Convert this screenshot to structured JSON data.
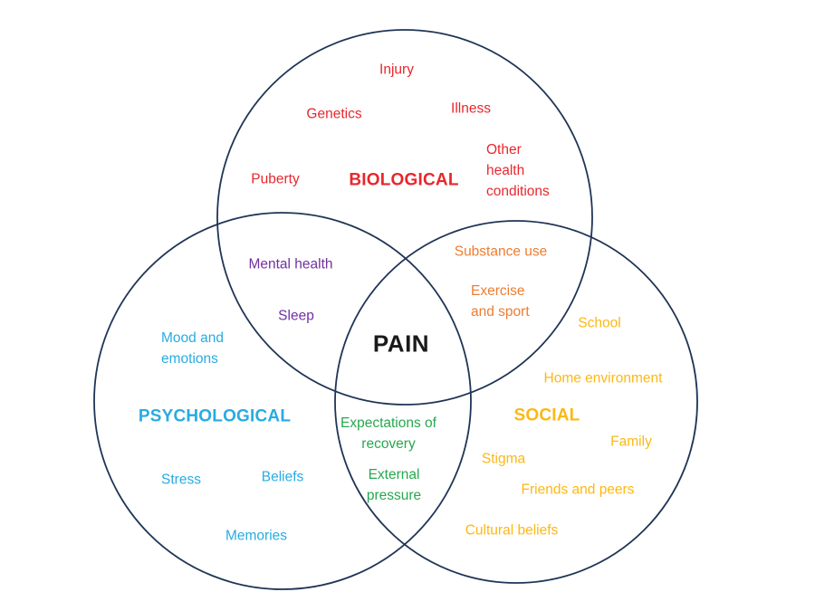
{
  "colors": {
    "outline": "#1f3556",
    "biological": "#e8272d",
    "psychological": "#29abe2",
    "social": "#fcb813",
    "biological_psychological": "#7030a0",
    "biological_social": "#ed7d31",
    "psychological_social": "#27a84f",
    "pain": "#1a1a1a",
    "background": "#ffffff"
  },
  "venn": {
    "center": "PAIN",
    "biological": {
      "title": "BIOLOGICAL",
      "items": {
        "injury": "Injury",
        "genetics": "Genetics",
        "illness": "Illness",
        "puberty": "Puberty",
        "other_health_conditions": "Other health conditions"
      }
    },
    "psychological": {
      "title": "PSYCHOLOGICAL",
      "items": {
        "mood_and_emotions": "Mood and emotions",
        "stress": "Stress",
        "beliefs": "Beliefs",
        "memories": "Memories"
      }
    },
    "social": {
      "title": "SOCIAL",
      "items": {
        "school": "School",
        "home_environment": "Home environment",
        "family": "Family",
        "stigma": "Stigma",
        "friends_and_peers": "Friends and peers",
        "cultural_beliefs": "Cultural beliefs"
      }
    },
    "overlaps": {
      "biological_psychological": {
        "mental_health": "Mental health",
        "sleep": "Sleep"
      },
      "biological_social": {
        "substance_use": "Substance use",
        "exercise_and_sport": "Exercise and sport"
      },
      "psychological_social": {
        "expectations_of_recovery": "Expectations of recovery",
        "external_pressure": "External pressure"
      }
    }
  }
}
